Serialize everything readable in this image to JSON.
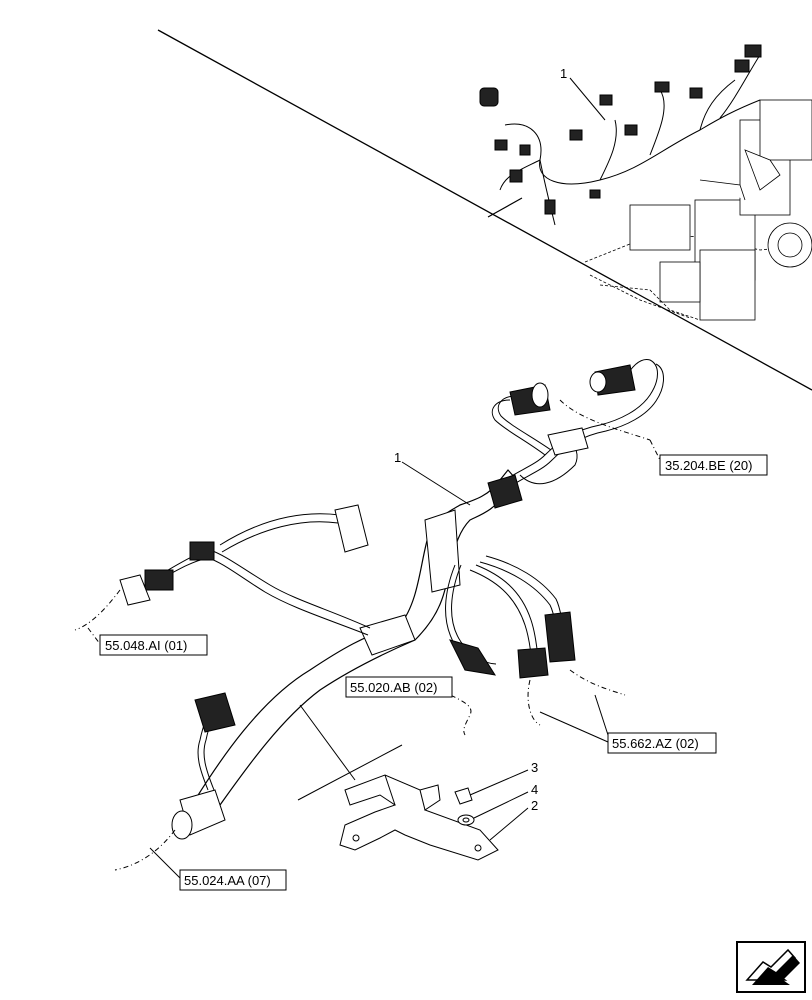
{
  "callouts": {
    "item_1_top": "1",
    "item_1_main": "1",
    "item_2": "2",
    "item_3": "3",
    "item_4": "4"
  },
  "references": {
    "ref_35_204_BE": "35.204.BE (20)",
    "ref_55_048_AI": "55.048.AI (01)",
    "ref_55_020_AB": "55.020.AB (02)",
    "ref_55_662_AZ": "55.662.AZ (02)",
    "ref_55_024_AA": "55.024.AA (07)"
  },
  "icons": {
    "nav": "next-page-arrow-icon"
  }
}
